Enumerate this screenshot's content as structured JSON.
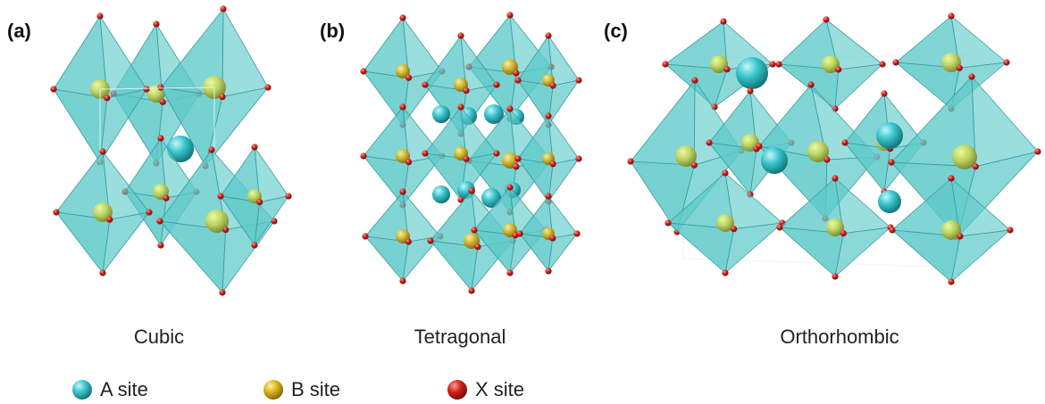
{
  "panels": [
    {
      "letter": "(a)",
      "caption": "Cubic"
    },
    {
      "letter": "(b)",
      "caption": "Tetragonal"
    },
    {
      "letter": "(c)",
      "caption": "Orthorhombic"
    }
  ],
  "legend": [
    {
      "label": "A site",
      "color": "#3cc8cf"
    },
    {
      "label": "B site",
      "color": "#d9b31e"
    },
    {
      "label": "X site",
      "color": "#d0201a"
    }
  ],
  "colors": {
    "octahedron_face": "#5ec9c9",
    "octahedron_edge": "#3a9da0",
    "a_site": "#3cc8cf",
    "b_site": "#c8d860",
    "x_site": "#d0201a"
  }
}
